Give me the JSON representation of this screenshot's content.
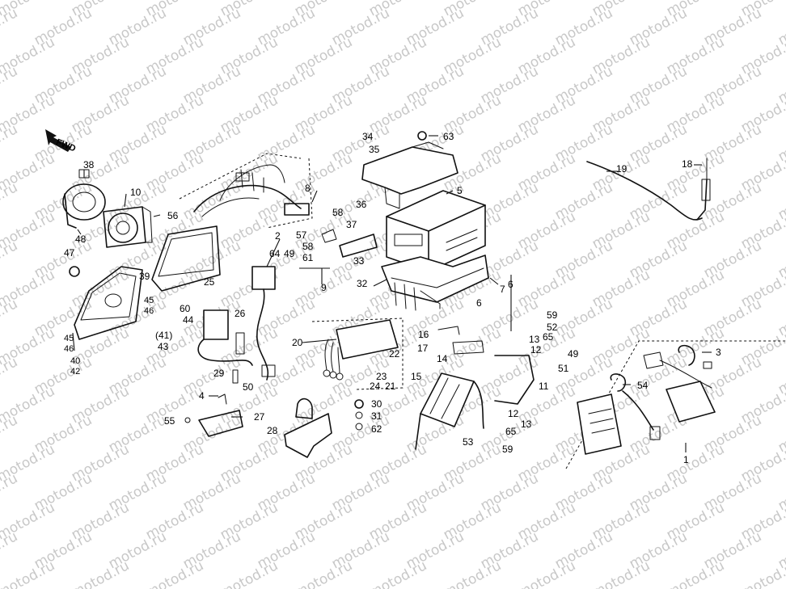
{
  "watermark": "motod.ru",
  "direction_label": "FWD",
  "callouts": {
    "p1": "1",
    "p2": "2",
    "p3": "3",
    "p4": "4",
    "p5": "5",
    "p6a": "6",
    "p6b": "6",
    "p7": "7",
    "p8": "8",
    "p9": "9",
    "p10": "10",
    "p11": "11",
    "p12a": "12",
    "p12b": "12",
    "p13a": "13",
    "p13b": "13",
    "p14": "14",
    "p15": "15",
    "p16": "16",
    "p17": "17",
    "p18": "18",
    "p19": "19",
    "p20": "20",
    "p21": "21",
    "p22": "22",
    "p23": "23",
    "p24": "24",
    "p25": "25",
    "p26": "26",
    "p27": "27",
    "p28": "28",
    "p29": "29",
    "p30": "30",
    "p31": "31",
    "p32": "32",
    "p33": "33",
    "p34": "34",
    "p35": "35",
    "p36": "36",
    "p37": "37",
    "p38": "38",
    "p39": "39",
    "p41": "(41)",
    "p43": "43",
    "p44": "44",
    "p45_46a": "45\n46",
    "p45_46b": "45\n46",
    "p40_42": "40\n42",
    "p47": "47",
    "p48": "48",
    "p49a": "49",
    "p49b": "49",
    "p50": "50",
    "p51": "51",
    "p52": "52",
    "p53": "53",
    "p54": "54",
    "p55": "55",
    "p56": "56",
    "p57": "57",
    "p58a": "58",
    "p58b": "58",
    "p59a": "59",
    "p59b": "59",
    "p60": "60",
    "p61": "61",
    "p62": "62",
    "p63": "63",
    "p64": "64",
    "p65a": "65",
    "p65b": "65"
  }
}
